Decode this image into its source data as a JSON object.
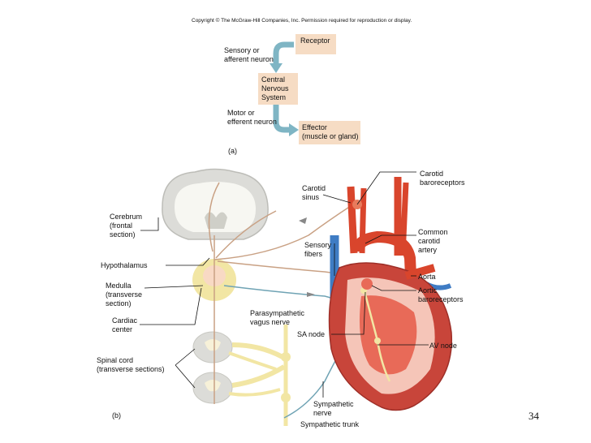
{
  "copyright": "Copyright © The McGraw-Hill Companies, Inc. Permission required for reproduction or display.",
  "panel_a": {
    "receptor": "Receptor",
    "sensory": "Sensory or\nafferent neuron",
    "cns": "Central\nNervous\nSystem",
    "motor": "Motor or\nefferent neuron",
    "effector": "Effector\n(muscle or gland)",
    "tag": "(a)"
  },
  "panel_b": {
    "tag": "(b)",
    "labels": {
      "cerebrum": "Cerebrum\n(frontal\nsection)",
      "hypothalamus": "Hypothalamus",
      "medulla": "Medulla\n(transverse\nsection)",
      "cardiac_center": "Cardiac\ncenter",
      "spinal_cord": "Spinal cord\n(transverse sections)",
      "carotid_sinus": "Carotid\nsinus",
      "sensory_fibers": "Sensory\nfibers",
      "parasympathetic": "Parasympathetic\nvagus nerve",
      "sa_node": "SA  node",
      "sympathetic_nerve": "Sympathetic\nnerve",
      "sympathetic_trunk": "Sympathetic trunk",
      "carotid_baroreceptors": "Carotid\nbaroreceptors",
      "common_carotid": "Common\ncarotid\nartery",
      "aorta": "Aorta",
      "aortic_baroreceptors": "Aortic\nbaroreceptors",
      "av_node": "AV node"
    }
  },
  "page_number": "34",
  "colors": {
    "box_fill": "#f6dcc4",
    "arrow": "#7fb5c4",
    "nerve_sensory": "#c9a184",
    "nerve_vagus": "#6fa3b4",
    "spinal": "#f2e6a4",
    "artery": "#d9452c",
    "vein": "#3f7cc4",
    "heart": "#c8453a"
  }
}
